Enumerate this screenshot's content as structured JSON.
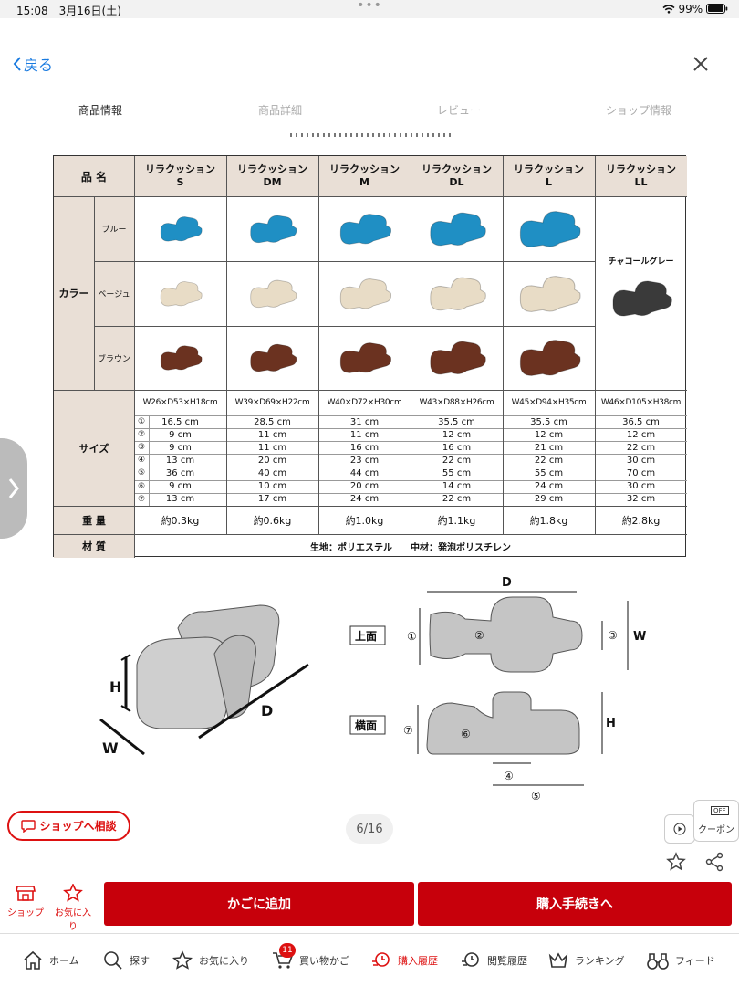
{
  "status": {
    "time": "15:08",
    "date": "3月16日(土)",
    "battery": "99%"
  },
  "header": {
    "back_label": "戻る"
  },
  "tabs": [
    {
      "label": "商品情報",
      "active": true
    },
    {
      "label": "商品詳細",
      "active": false
    },
    {
      "label": "レビュー",
      "active": false
    },
    {
      "label": "ショップ情報",
      "active": false
    }
  ],
  "spec_table": {
    "name_header": "品 名",
    "models": [
      "リラクッション\nS",
      "リラクッション\nDM",
      "リラクッション\nM",
      "リラクッション\nDL",
      "リラクッション\nL",
      "リラクッション\nLL"
    ],
    "color_label": "カラー",
    "colors": [
      "ブルー",
      "ベージュ",
      "ブラウン"
    ],
    "color_values": [
      "#1f8fc4",
      "#e8dcc6",
      "#6b3220"
    ],
    "ll_color": "チャコールグレー",
    "ll_color_value": "#3a3a3a",
    "size_label": "サイズ",
    "dims": [
      "W26×D53×H18cm",
      "W39×D69×H22cm",
      "W40×D72×H30cm",
      "W43×D88×H26cm",
      "W45×D94×H35cm",
      "W46×D105×H38cm"
    ],
    "rows": [
      {
        "idx": "①",
        "v": [
          "16.5 cm",
          "28.5 cm",
          "31 cm",
          "35.5 cm",
          "35.5 cm",
          "36.5 cm"
        ]
      },
      {
        "idx": "②",
        "v": [
          "9 cm",
          "11 cm",
          "11 cm",
          "12 cm",
          "12 cm",
          "12 cm"
        ]
      },
      {
        "idx": "③",
        "v": [
          "9 cm",
          "11 cm",
          "16 cm",
          "16 cm",
          "21 cm",
          "22 cm"
        ]
      },
      {
        "idx": "④",
        "v": [
          "13 cm",
          "20 cm",
          "23 cm",
          "22 cm",
          "22 cm",
          "30 cm"
        ]
      },
      {
        "idx": "⑤",
        "v": [
          "36 cm",
          "40 cm",
          "44 cm",
          "55 cm",
          "55 cm",
          "70 cm"
        ]
      },
      {
        "idx": "⑥",
        "v": [
          "9 cm",
          "10 cm",
          "20 cm",
          "14 cm",
          "24 cm",
          "30 cm"
        ]
      },
      {
        "idx": "⑦",
        "v": [
          "13 cm",
          "17 cm",
          "24 cm",
          "22 cm",
          "29 cm",
          "32 cm"
        ]
      }
    ],
    "weight_label": "重 量",
    "weights": [
      "約0.3kg",
      "約0.6kg",
      "約1.0kg",
      "約1.1kg",
      "約1.8kg",
      "約2.8kg"
    ],
    "material_label": "材 質",
    "material": "生地：ポリエステル　　中材：発泡ポリスチレン"
  },
  "diagram": {
    "h": "H",
    "d": "D",
    "w": "W",
    "top_label": "上面",
    "side_label": "横面",
    "n1": "①",
    "n2": "②",
    "n3": "③",
    "n4": "④",
    "n5": "⑤",
    "n6": "⑥",
    "n7": "⑦"
  },
  "consult_label": "ショップへ相談",
  "pager": "6/16",
  "coupon": {
    "badge": "OFF",
    "label": "クーポン"
  },
  "actions": {
    "shop": "ショップ",
    "fav": "お気に入り",
    "cart_btn": "かごに追加",
    "buy_btn": "購入手続きへ"
  },
  "nav": {
    "home": "ホーム",
    "search": "探す",
    "fav": "お気に入り",
    "cart": "買い物かご",
    "cart_count": "11",
    "history": "購入履歴",
    "viewed": "閲覧履歴",
    "ranking": "ランキング",
    "feed": "フィード"
  }
}
